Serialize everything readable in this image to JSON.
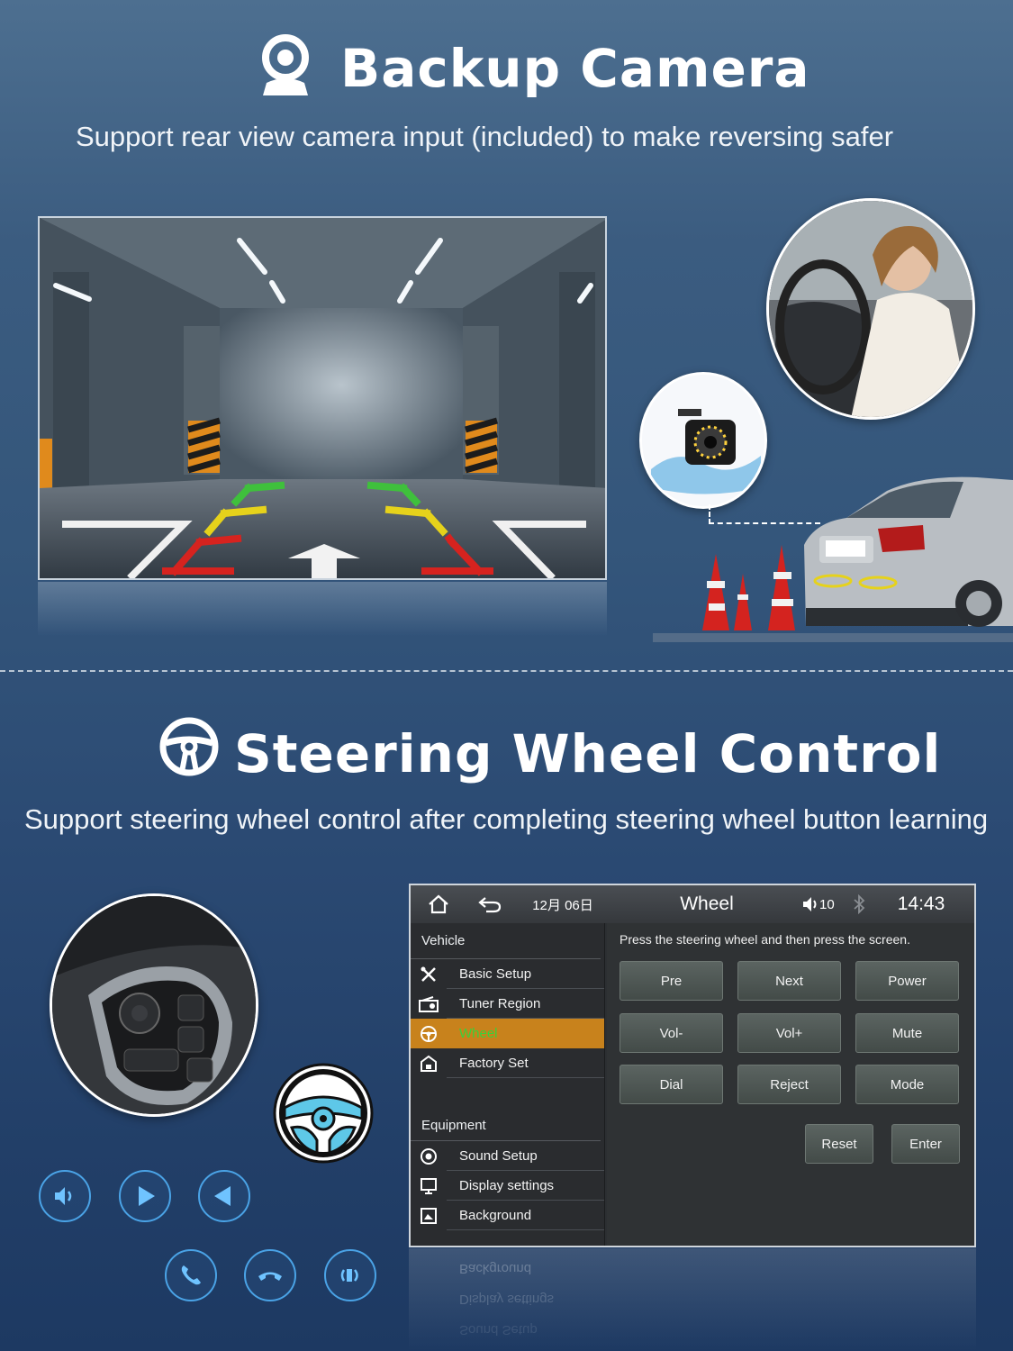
{
  "backup": {
    "title": "Backup Camera",
    "subtitle": "Support rear view camera input (included) to make reversing safer"
  },
  "steering": {
    "title": "Steering Wheel Control",
    "subtitle": "Support steering wheel control after completing steering wheel button learning"
  },
  "colors": {
    "accent_blue": "#4aa3e6",
    "menu_active": "#c8821c",
    "active_text": "#3ad13a"
  },
  "screen": {
    "status": {
      "date": "12月 06日",
      "title": "Wheel",
      "volume": "10",
      "time": "14:43"
    },
    "vehicle_label": "Vehicle",
    "vehicle_items": [
      {
        "label": "Basic Setup",
        "icon": "tools-icon"
      },
      {
        "label": "Tuner Region",
        "icon": "radio-icon"
      },
      {
        "label": "Wheel",
        "icon": "steering-wheel-icon",
        "active": true
      },
      {
        "label": "Factory Set",
        "icon": "factory-icon"
      }
    ],
    "equipment_label": "Equipment",
    "equipment_items": [
      {
        "label": "Sound Setup",
        "icon": "speaker-icon"
      },
      {
        "label": "Display settings",
        "icon": "monitor-icon"
      },
      {
        "label": "Background",
        "icon": "image-icon"
      }
    ],
    "hint": "Press the steering wheel and then press the screen.",
    "buttons": [
      "Pre",
      "Next",
      "Power",
      "Vol-",
      "Vol+",
      "Mute",
      "Dial",
      "Reject",
      "Mode"
    ],
    "reset": "Reset",
    "enter": "Enter"
  }
}
